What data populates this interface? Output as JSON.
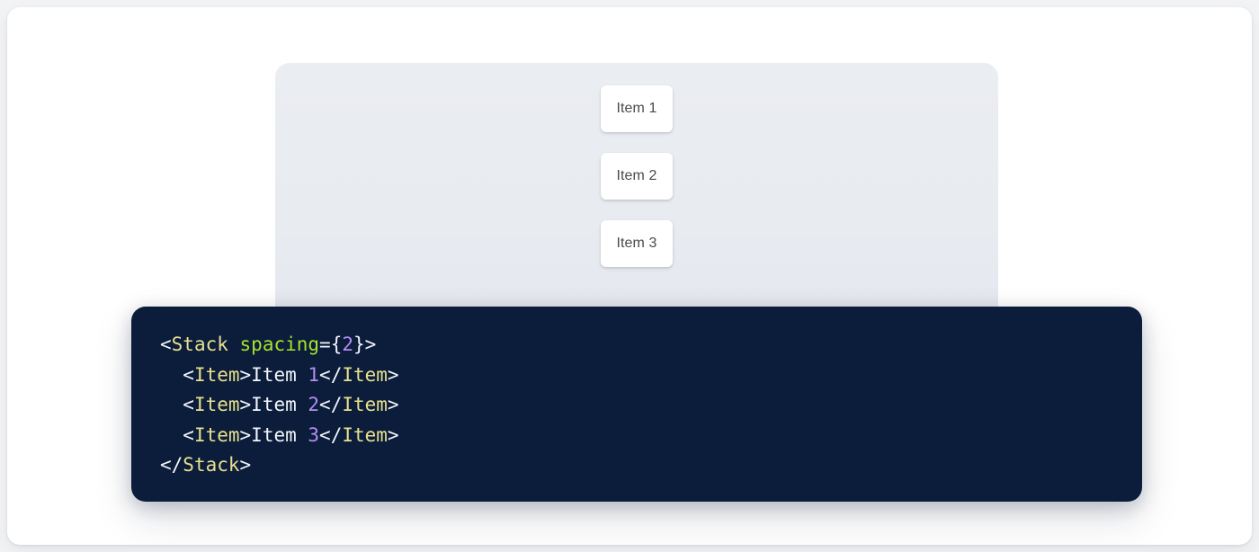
{
  "preview": {
    "panel_background": "#e8ebf0",
    "items": [
      {
        "label": "Item 1"
      },
      {
        "label": "Item 2"
      },
      {
        "label": "Item 3"
      }
    ]
  },
  "code_block": {
    "background": "#0b1d3a",
    "language": "jsx",
    "colors": {
      "punctuation": "#f2f5fa",
      "tag": "#e8e08f",
      "attribute": "#a6e22e",
      "number": "#b48ef5",
      "text": "#f2f5fa"
    },
    "lines": [
      {
        "tokens": [
          {
            "t": "<",
            "k": "punct"
          },
          {
            "t": "Stack",
            "k": "tag"
          },
          {
            "t": " ",
            "k": "punct"
          },
          {
            "t": "spacing",
            "k": "attr"
          },
          {
            "t": "={",
            "k": "punct"
          },
          {
            "t": "2",
            "k": "num"
          },
          {
            "t": "}>",
            "k": "punct"
          }
        ]
      },
      {
        "tokens": [
          {
            "t": "  <",
            "k": "punct"
          },
          {
            "t": "Item",
            "k": "tag"
          },
          {
            "t": ">",
            "k": "punct"
          },
          {
            "t": "Item ",
            "k": "text"
          },
          {
            "t": "1",
            "k": "num"
          },
          {
            "t": "</",
            "k": "punct"
          },
          {
            "t": "Item",
            "k": "tag"
          },
          {
            "t": ">",
            "k": "punct"
          }
        ]
      },
      {
        "tokens": [
          {
            "t": "  <",
            "k": "punct"
          },
          {
            "t": "Item",
            "k": "tag"
          },
          {
            "t": ">",
            "k": "punct"
          },
          {
            "t": "Item ",
            "k": "text"
          },
          {
            "t": "2",
            "k": "num"
          },
          {
            "t": "</",
            "k": "punct"
          },
          {
            "t": "Item",
            "k": "tag"
          },
          {
            "t": ">",
            "k": "punct"
          }
        ]
      },
      {
        "tokens": [
          {
            "t": "  <",
            "k": "punct"
          },
          {
            "t": "Item",
            "k": "tag"
          },
          {
            "t": ">",
            "k": "punct"
          },
          {
            "t": "Item ",
            "k": "text"
          },
          {
            "t": "3",
            "k": "num"
          },
          {
            "t": "</",
            "k": "punct"
          },
          {
            "t": "Item",
            "k": "tag"
          },
          {
            "t": ">",
            "k": "punct"
          }
        ]
      },
      {
        "tokens": [
          {
            "t": "</",
            "k": "punct"
          },
          {
            "t": "Stack",
            "k": "tag"
          },
          {
            "t": ">",
            "k": "punct"
          }
        ]
      }
    ]
  }
}
